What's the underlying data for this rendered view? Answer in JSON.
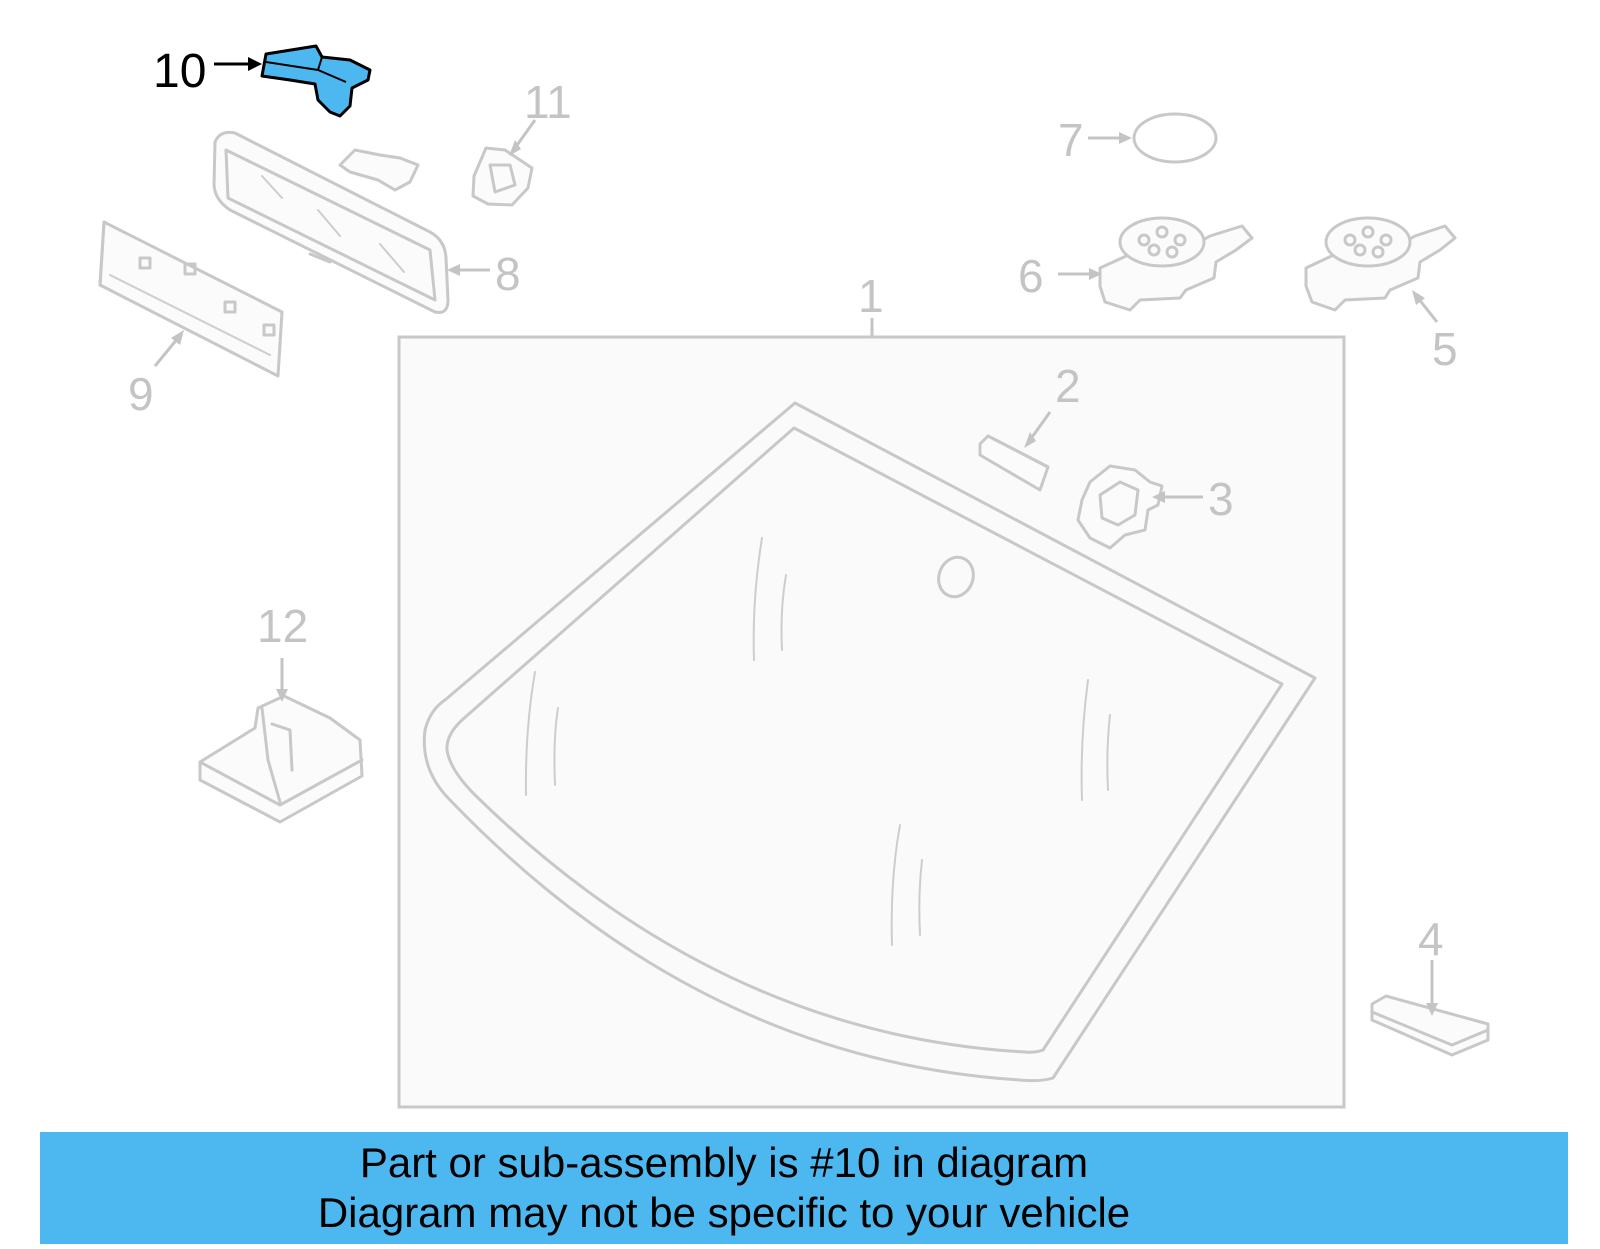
{
  "diagram": {
    "highlight_color": "#4db8f0",
    "ghost_color": "#c8c8c8",
    "callouts": {
      "c1": "1",
      "c2": "2",
      "c3": "3",
      "c4": "4",
      "c5": "5",
      "c6": "6",
      "c7": "7",
      "c8": "8",
      "c9": "9",
      "c10": "10",
      "c11": "11",
      "c12": "12"
    },
    "highlighted_part": "10"
  },
  "banner": {
    "line1": "Part or sub-assembly is #10 in diagram",
    "line2": "Diagram may not be specific to your vehicle",
    "background": "#4db8f0"
  }
}
